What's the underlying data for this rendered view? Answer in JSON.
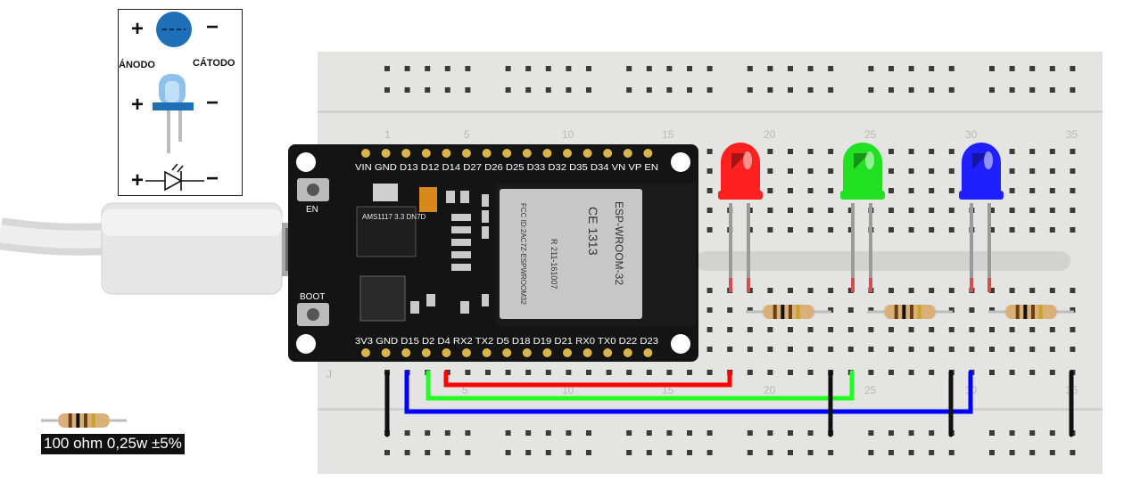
{
  "legend": {
    "plus": "+",
    "minus": "−",
    "anode": "ÁNODO",
    "cathode": "CÁTODO"
  },
  "resistor_label": "100 ohm 0,25w ±5%",
  "breadboard": {
    "column_numbers": [
      "1",
      "5",
      "10",
      "15",
      "20",
      "25",
      "30",
      "35"
    ],
    "row_letter": "J"
  },
  "board": {
    "top_pins": "VIN GND D13 D12 D14 D27 D26 D25 D33 D32 D35 D34 VN VP EN",
    "bottom_pins": "3V3 GND D15 D2 D4 RX2 TX2 D5 D18 D19 D21 RX0 TX0 D22 D23",
    "en_label": "EN",
    "boot_label": "BOOT",
    "regulator_text": "AMS1117 3.3 DN7D",
    "module_brand": "ESP-WROOM-32",
    "module_ce": "CE 1313",
    "module_fcc": "FCC ID:2AC7Z-ESPWROOM32",
    "module_r": "R 211-161007"
  },
  "leds": [
    {
      "name": "red",
      "color": "#ff2020"
    },
    {
      "name": "green",
      "color": "#22e022"
    },
    {
      "name": "blue",
      "color": "#2020ff"
    }
  ],
  "wires": {
    "red": "#ff0000",
    "green": "#22ff22",
    "blue": "#0000ff",
    "black": "#111111"
  }
}
